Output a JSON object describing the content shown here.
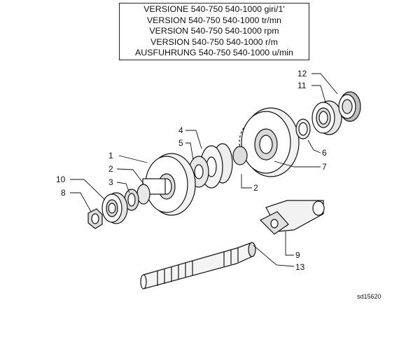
{
  "caption": {
    "lines": [
      "VERSIONE 540-750 540-1000 giri/1'",
      "VERSION 540-750 540-1000 tr/mn",
      "VERSION 540-750 540-1000 rpm",
      "VERSION 540-750 540-1000 r/m",
      "AUSFUHRUNG 540-750 540-1000 u/min"
    ]
  },
  "callouts": [
    {
      "id": "1",
      "label": "1"
    },
    {
      "id": "2a",
      "label": "2"
    },
    {
      "id": "2b",
      "label": "2"
    },
    {
      "id": "3",
      "label": "3"
    },
    {
      "id": "4",
      "label": "4"
    },
    {
      "id": "5",
      "label": "5"
    },
    {
      "id": "6",
      "label": "6"
    },
    {
      "id": "7",
      "label": "7"
    },
    {
      "id": "8",
      "label": "8"
    },
    {
      "id": "9",
      "label": "9"
    },
    {
      "id": "10",
      "label": "10"
    },
    {
      "id": "11",
      "label": "11"
    },
    {
      "id": "12",
      "label": "12"
    },
    {
      "id": "13",
      "label": "13"
    }
  ],
  "reference": "sd15620"
}
